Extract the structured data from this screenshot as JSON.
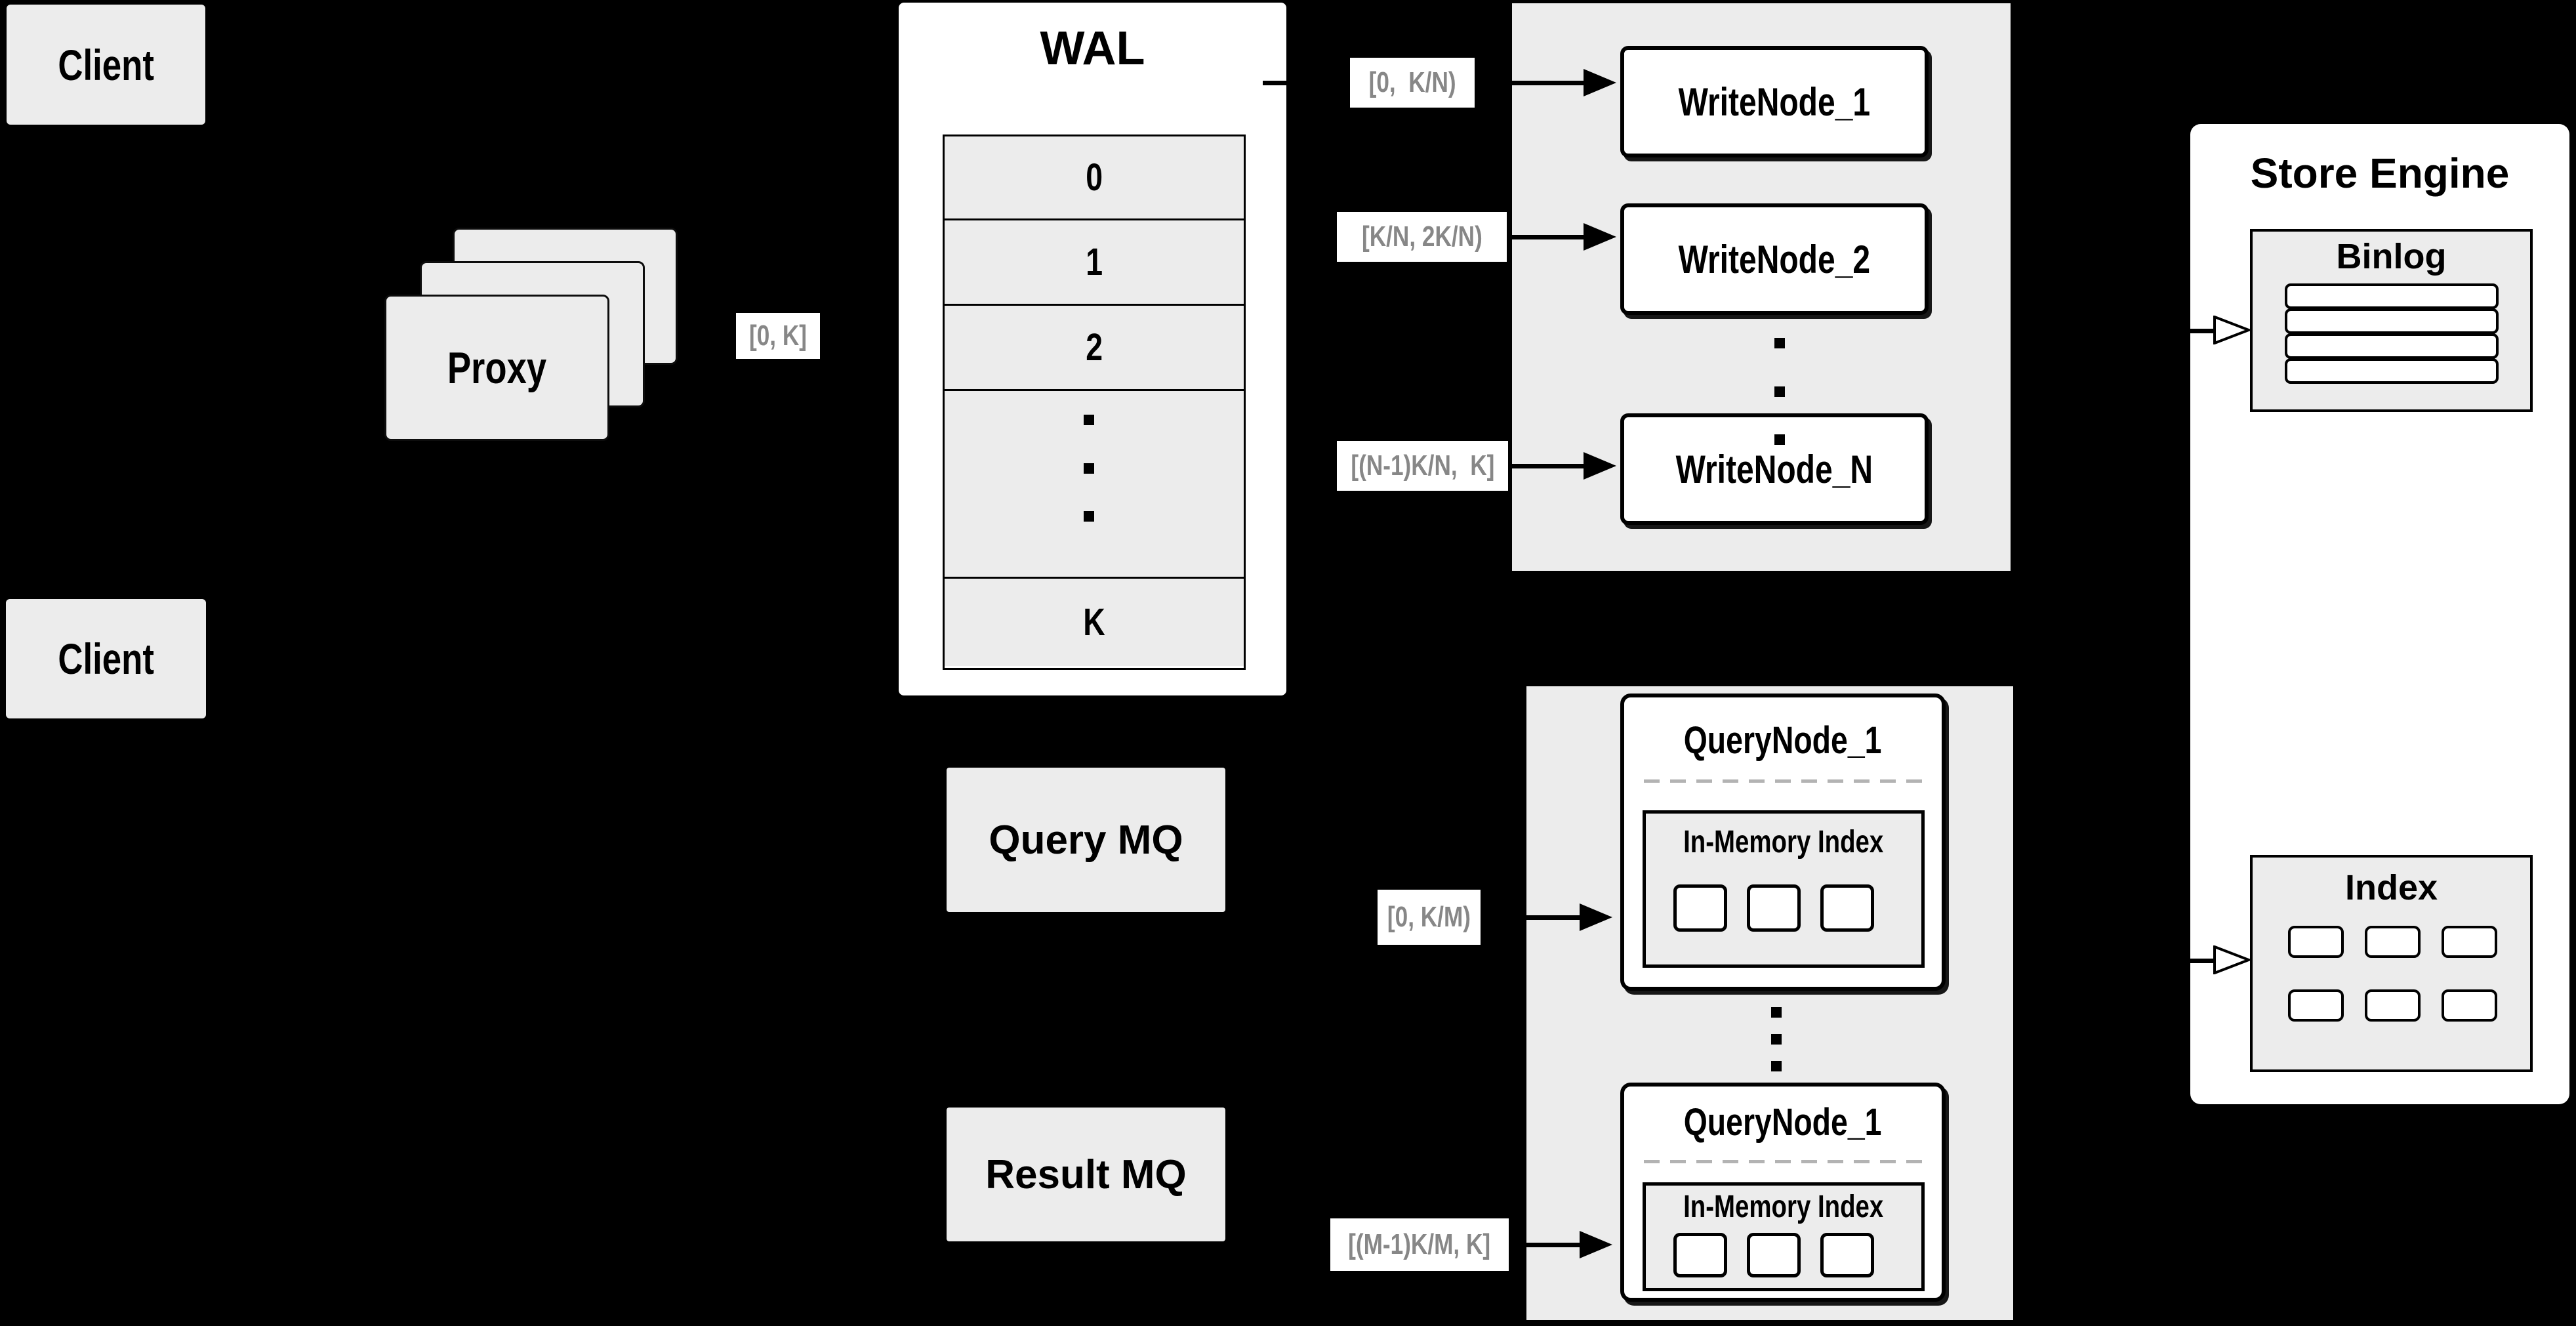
{
  "colors": {
    "background": "#000000",
    "panel_gray": "#ececec",
    "box_white": "#ffffff",
    "line_black": "#000000",
    "label_text_gray": "#878787",
    "dashed_gray": "#b3b3b3"
  },
  "client_top": {
    "label": "Client"
  },
  "client_bottom": {
    "label": "Client"
  },
  "proxy": {
    "label": "Proxy",
    "range": "[0, K]"
  },
  "wal": {
    "title": "WAL",
    "rows": [
      "0",
      "1",
      "2"
    ],
    "last_row": "K"
  },
  "write_nodes": {
    "node1": {
      "label": "WriteNode_1",
      "range": "[0,  K/N)"
    },
    "node2": {
      "label": "WriteNode_2",
      "range": "[K/N, 2K/N)"
    },
    "nodeN": {
      "label": "WriteNode_N",
      "range": "[(N-1)K/N,  K]"
    }
  },
  "mq": {
    "query": "Query MQ",
    "result": "Result MQ"
  },
  "query_nodes": {
    "top": {
      "title": "QueryNode_1",
      "index_label": "In-Memory Index",
      "range": "[0, K/M)"
    },
    "bottom": {
      "title": "QueryNode_1",
      "index_label": "In-Memory Index",
      "range": "[(M-1)K/M, K]"
    }
  },
  "store_engine": {
    "title": "Store Engine",
    "binlog_label": "Binlog",
    "index_label": "Index"
  }
}
